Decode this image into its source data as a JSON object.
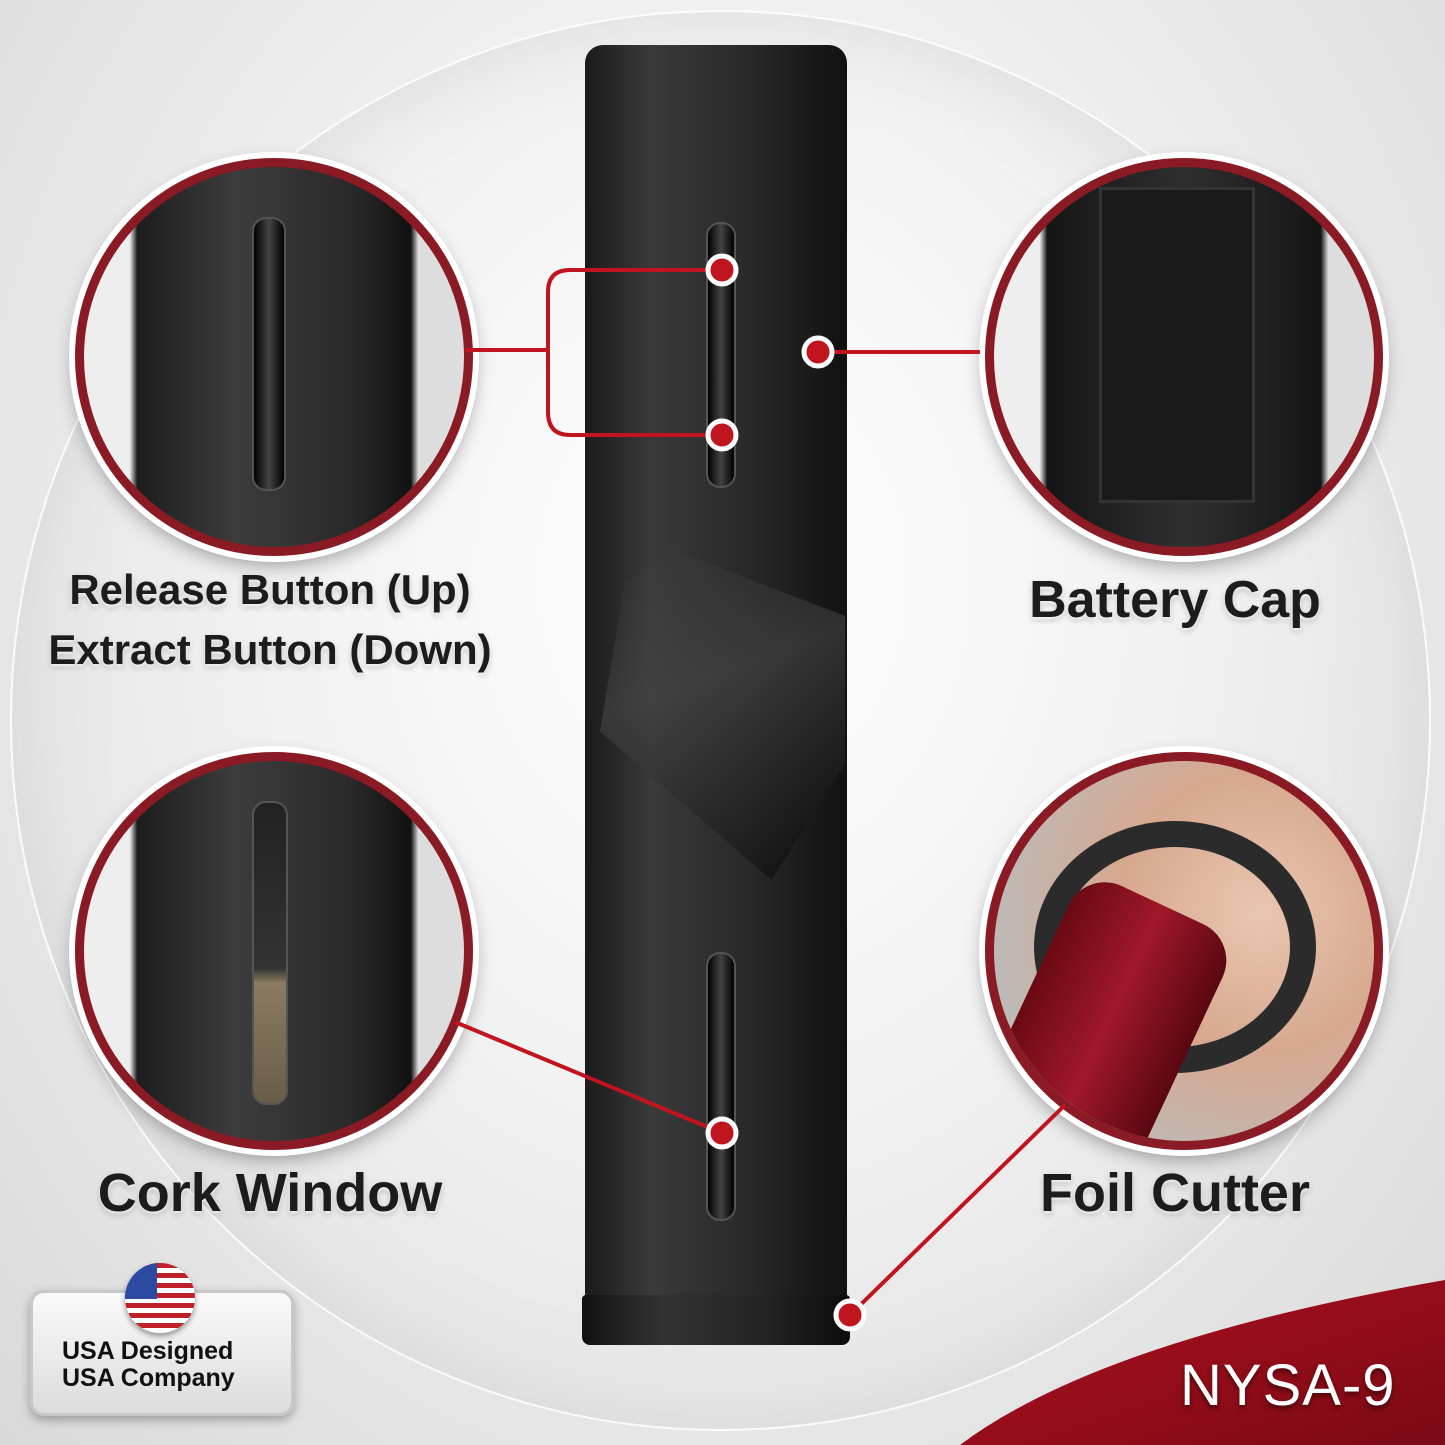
{
  "callouts": [
    {
      "id": "release-extract",
      "lines": [
        "Release Button (Up)",
        "Extract Button (Down)"
      ]
    },
    {
      "id": "battery-cap",
      "lines": [
        "Battery Cap"
      ]
    },
    {
      "id": "cork-window",
      "lines": [
        "Cork Window"
      ]
    },
    {
      "id": "foil-cutter",
      "lines": [
        "Foil Cutter"
      ]
    }
  ],
  "badge": {
    "line1": "USA Designed",
    "line2": "USA Company",
    "icon": "us-flag-icon"
  },
  "brand": {
    "model": "NYSA-9"
  },
  "colors": {
    "accent": "#c0141e",
    "ring": "#8a1a24",
    "device": "#2a2a2a"
  }
}
